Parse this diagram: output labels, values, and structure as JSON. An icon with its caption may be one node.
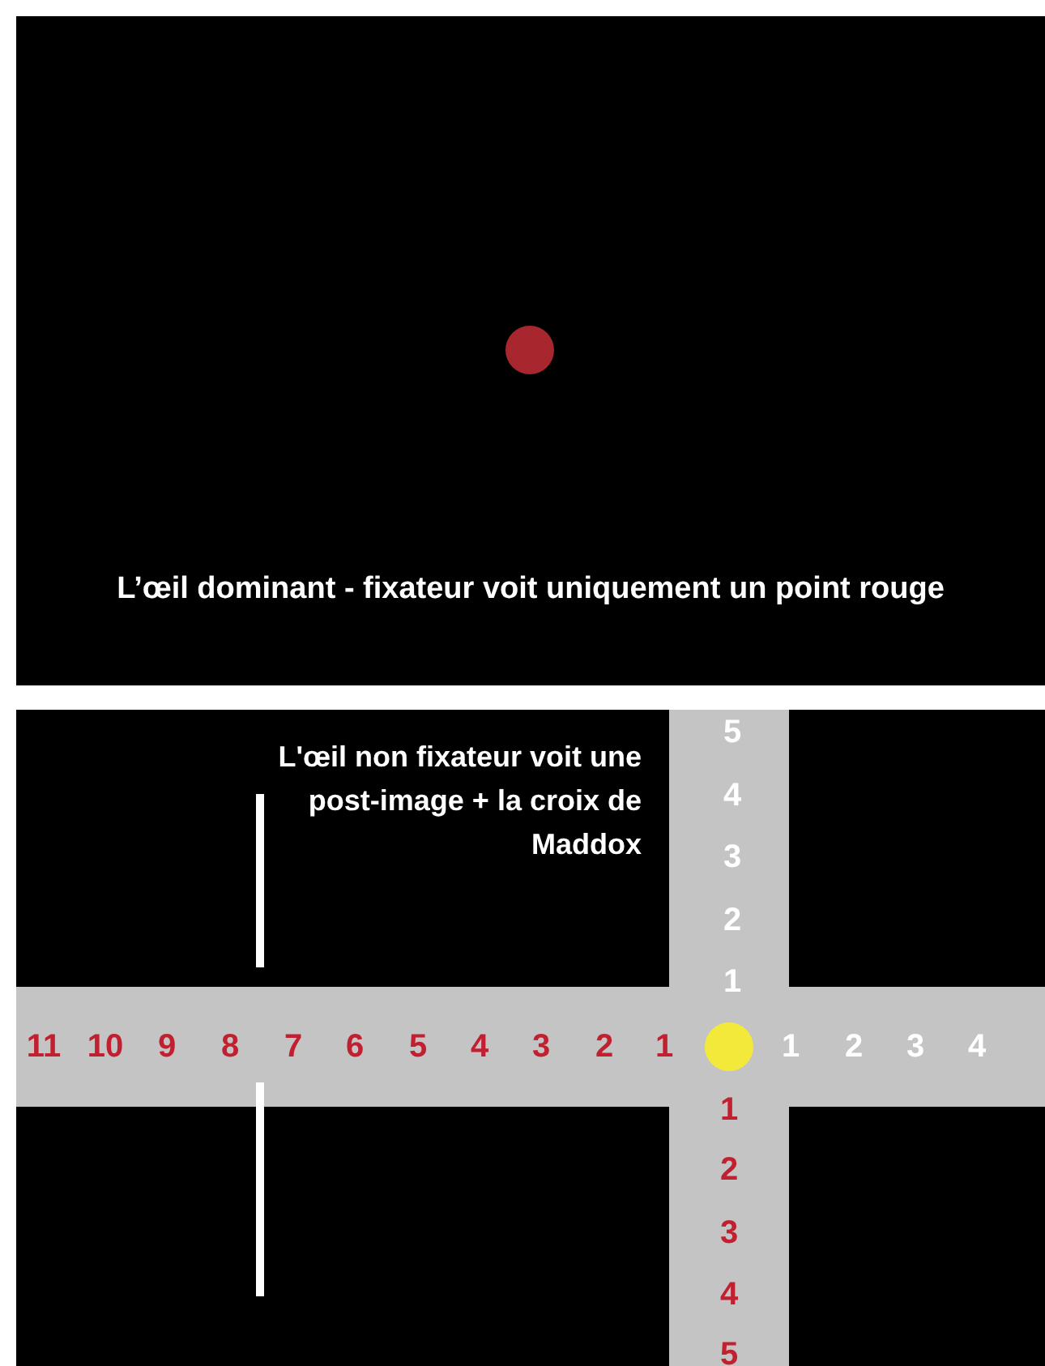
{
  "diagram": {
    "nodes": [
      {
        "text": [
          "L’œil dominant - fixateur voit uniquement un point rouge"
        ]
      },
      {
        "text": [
          "L'œil non fixateur voit une post-image + la croix de Maddox"
        ]
      }
    ],
    "labels": [
      "5",
      "4",
      "3",
      "2",
      "1",
      "11",
      "10",
      "9",
      "8",
      "7",
      "6",
      "5",
      "4",
      "3",
      "2",
      "1",
      "1",
      "2",
      "3",
      "4",
      "1",
      "2",
      "3",
      "4",
      "5"
    ]
  }
}
